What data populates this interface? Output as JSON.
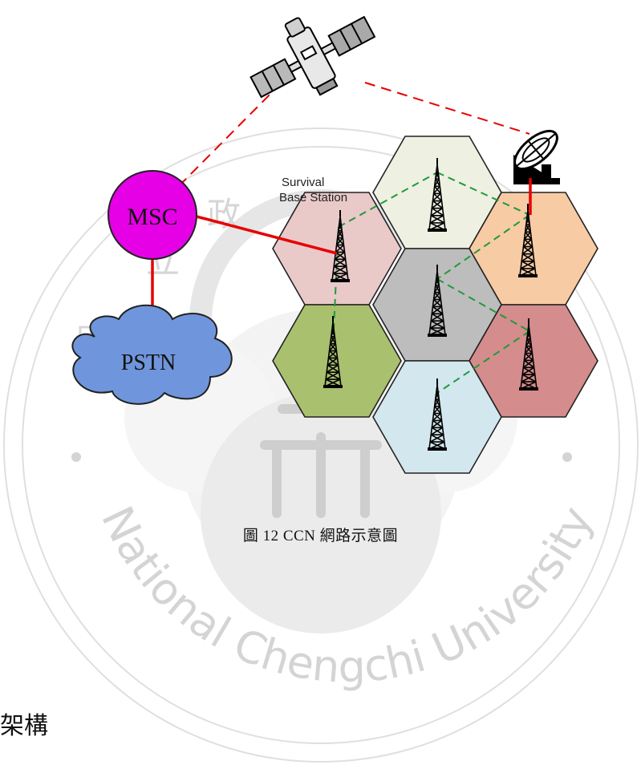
{
  "diagram": {
    "msc_label": "MSC",
    "pstn_label": "PSTN",
    "survival_label_line1": "Survival",
    "survival_label_line2": "Base Station",
    "colors": {
      "msc_fill": "#e600e6",
      "pstn_fill": "#6f96dc",
      "wired_link": "#e60000",
      "satellite_link": "#e60000",
      "mesh_link": "#1f9a3a",
      "cell_top": "#eef0e2",
      "cell_left": "#eac9c9",
      "cell_right": "#f7cba4",
      "cell_center": "#bdbdbd",
      "cell_lower_left": "#a9c06e",
      "cell_lower_right": "#d48c8c",
      "cell_bottom": "#d3e7ee"
    }
  },
  "caption": {
    "text": "圖 12   CCN 網路示意圖"
  },
  "page_fragment": {
    "text": "架構"
  },
  "watermark": {
    "text": "National Chengchi University"
  }
}
